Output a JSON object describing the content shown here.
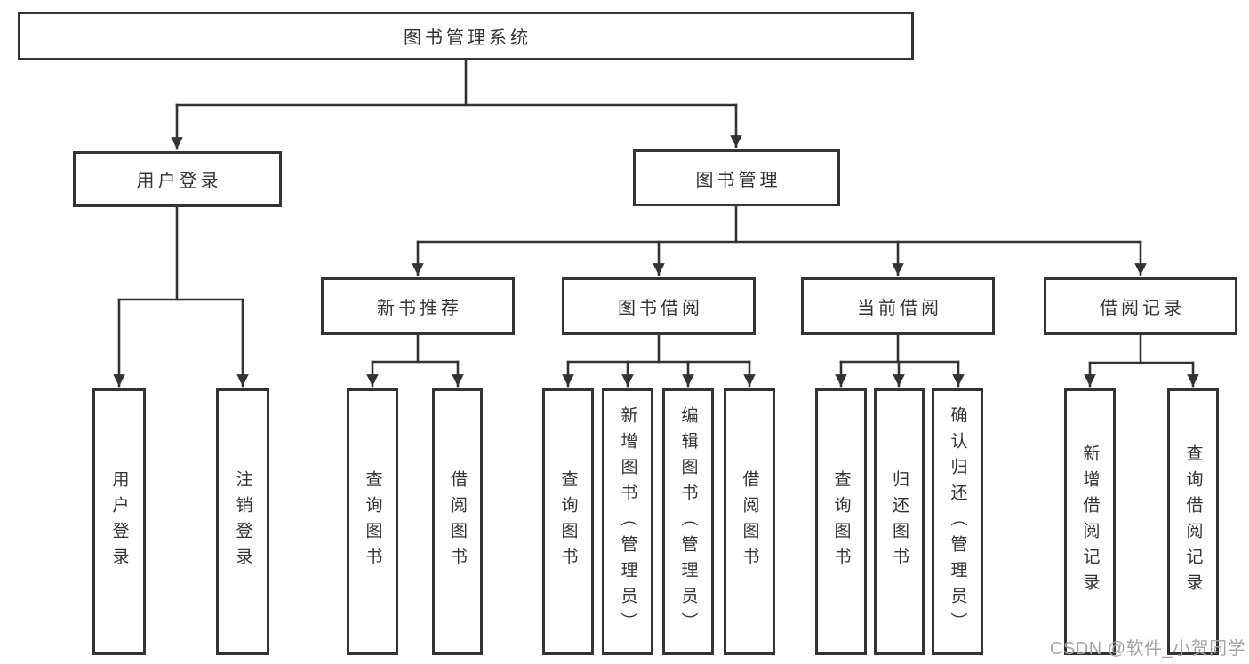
{
  "tree": {
    "root": {
      "label": "图书管理系统"
    },
    "children": [
      {
        "label": "用户登录",
        "children": [
          {
            "label": "用户登录"
          },
          {
            "label": "注销登录"
          }
        ]
      },
      {
        "label": "图书管理",
        "children": [
          {
            "label": "新书推荐",
            "children": [
              {
                "label": "查询图书"
              },
              {
                "label": "借阅图书"
              }
            ]
          },
          {
            "label": "图书借阅",
            "children": [
              {
                "label": "查询图书"
              },
              {
                "label": "新增图书（管理员）"
              },
              {
                "label": "编辑图书（管理员）"
              },
              {
                "label": "借阅图书"
              }
            ]
          },
          {
            "label": "当前借阅",
            "children": [
              {
                "label": "查询图书"
              },
              {
                "label": "归还图书"
              },
              {
                "label": "确认归还（管理员）"
              }
            ]
          },
          {
            "label": "借阅记录",
            "children": [
              {
                "label": "新增借阅记录"
              },
              {
                "label": "查询借阅记录"
              }
            ]
          }
        ]
      }
    ]
  },
  "watermark": {
    "text": "CSDN @软件_小贺同学"
  },
  "colors": {
    "line": "#333333",
    "box_border": "#333333",
    "box_fill": "#ffffff",
    "text": "#333333",
    "watermark": "#a5a5a5",
    "background": "#ffffff"
  }
}
